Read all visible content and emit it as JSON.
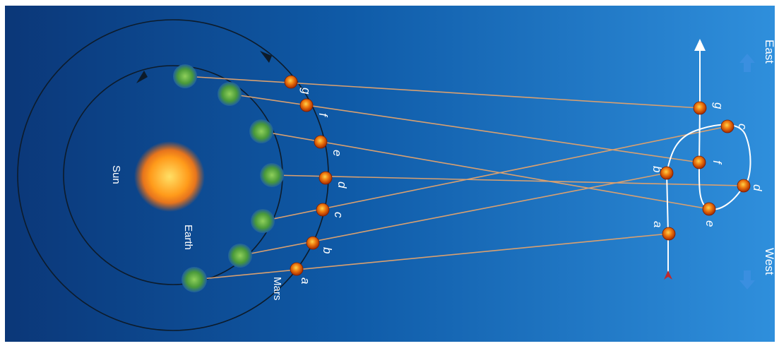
{
  "labels": {
    "sun": "Sun",
    "earth": "Earth",
    "mars": "Mars",
    "east": "East",
    "west": "West"
  },
  "positions": [
    "a",
    "b",
    "c",
    "d",
    "e",
    "f",
    "g"
  ],
  "colors": {
    "background_dark": "#0a2f6a",
    "background_light": "#2c8bd8",
    "sightline": "#d9a070",
    "orbit": "#0d1b2a",
    "path": "#ffffff",
    "arrow_east": "#3a8fe0",
    "arrow_west": "#3a8fe0",
    "sun": "#ffb300",
    "mars": "#e86a00"
  },
  "icons": {
    "sun": "sun-glow",
    "earth": "earth-globe",
    "mars": "mars-ball",
    "east_arrow": "arrow-up-icon",
    "west_arrow": "arrow-down-icon"
  }
}
